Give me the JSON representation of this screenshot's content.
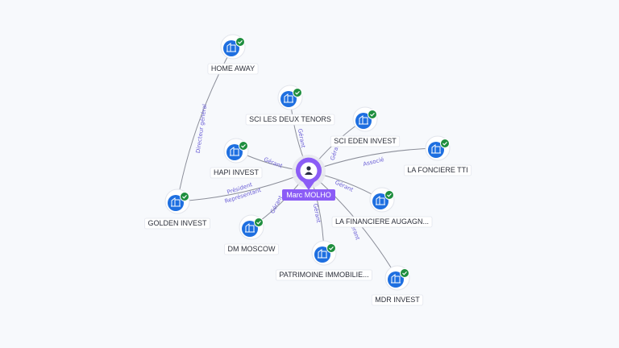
{
  "center": {
    "label": "Marc MOLHO",
    "icon": "person-icon",
    "color": "#8b5cf6"
  },
  "colors": {
    "company": "#1e6fe0",
    "verified": "#1e8e3e",
    "edge": "#8b8e99",
    "edge_label": "#6b5fd6"
  },
  "nodes": [
    {
      "id": "home-away",
      "label": "HOME AWAY",
      "icon": "building-icon",
      "verified": true
    },
    {
      "id": "sci-deux-tenors",
      "label": "SCI LES DEUX TENORS",
      "icon": "building-icon",
      "verified": true
    },
    {
      "id": "sci-eden-invest",
      "label": "SCI EDEN INVEST",
      "icon": "building-icon",
      "verified": true
    },
    {
      "id": "la-fonciere-tti",
      "label": "LA FONCIERE TTI",
      "icon": "building-icon",
      "verified": true
    },
    {
      "id": "hapi-invest",
      "label": "HAPI INVEST",
      "icon": "building-icon",
      "verified": true
    },
    {
      "id": "golden-invest",
      "label": "GOLDEN INVEST",
      "icon": "building-icon",
      "verified": true
    },
    {
      "id": "la-financiere-augagn",
      "label": "LA FINANCIERE AUGAGN...",
      "icon": "building-icon",
      "verified": true
    },
    {
      "id": "dm-moscow",
      "label": "DM MOSCOW",
      "icon": "building-icon",
      "verified": true
    },
    {
      "id": "patrimoine-immobilie",
      "label": "PATRIMOINE IMMOBILIE...",
      "icon": "building-icon",
      "verified": true
    },
    {
      "id": "mdr-invest",
      "label": "MDR INVEST",
      "icon": "building-icon",
      "verified": true
    }
  ],
  "edges": [
    {
      "from": "center",
      "to": "sci-deux-tenors",
      "label": "Gérant"
    },
    {
      "from": "center",
      "to": "sci-eden-invest",
      "label": "Gérant"
    },
    {
      "from": "center",
      "to": "la-fonciere-tti",
      "label": "Associé"
    },
    {
      "from": "center",
      "to": "hapi-invest",
      "label": "Gérant"
    },
    {
      "from": "center",
      "to": "golden-invest",
      "label": "Président"
    },
    {
      "from": "center",
      "to": "golden-invest",
      "label": "Représentant"
    },
    {
      "from": "center",
      "to": "la-financiere-augagn",
      "label": "Gérant"
    },
    {
      "from": "center",
      "to": "dm-moscow",
      "label": "Gérant"
    },
    {
      "from": "center",
      "to": "patrimoine-immobilie",
      "label": "Gérant"
    },
    {
      "from": "center",
      "to": "mdr-invest",
      "label": "Gérant"
    },
    {
      "from": "golden-invest",
      "to": "home-away",
      "label": "Directeur général"
    }
  ]
}
